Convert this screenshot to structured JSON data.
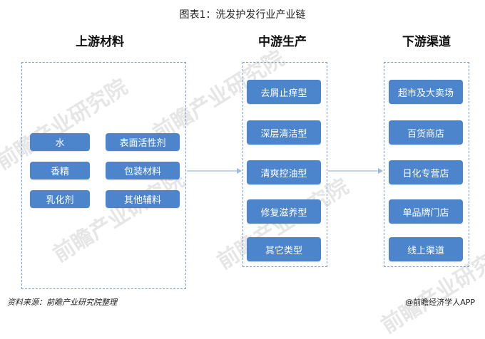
{
  "title": "图表1：洗发护发行业产业链",
  "columns": {
    "upstream": {
      "heading": "上游材料",
      "left_items": [
        "水",
        "香精",
        "乳化剂"
      ],
      "right_items": [
        "表面活性剂",
        "包装材料",
        "其他辅料"
      ]
    },
    "midstream": {
      "heading": "中游生产",
      "items": [
        "去屑止痒型",
        "深层清洁型",
        "清爽控油型",
        "修复滋养型",
        "其它类型"
      ]
    },
    "downstream": {
      "heading": "下游渠道",
      "items": [
        "超市及大卖场",
        "百货商店",
        "日化专营店",
        "单品牌门店",
        "线上渠道"
      ]
    }
  },
  "footer": {
    "source": "资料来源：前瞻产业研究院整理",
    "brand": "@前瞻经济学人APP"
  },
  "watermark": "前瞻产业研究院",
  "colors": {
    "box": "#4c85cc",
    "border": "#7a9cc6",
    "arrow": "#9fb9da"
  }
}
